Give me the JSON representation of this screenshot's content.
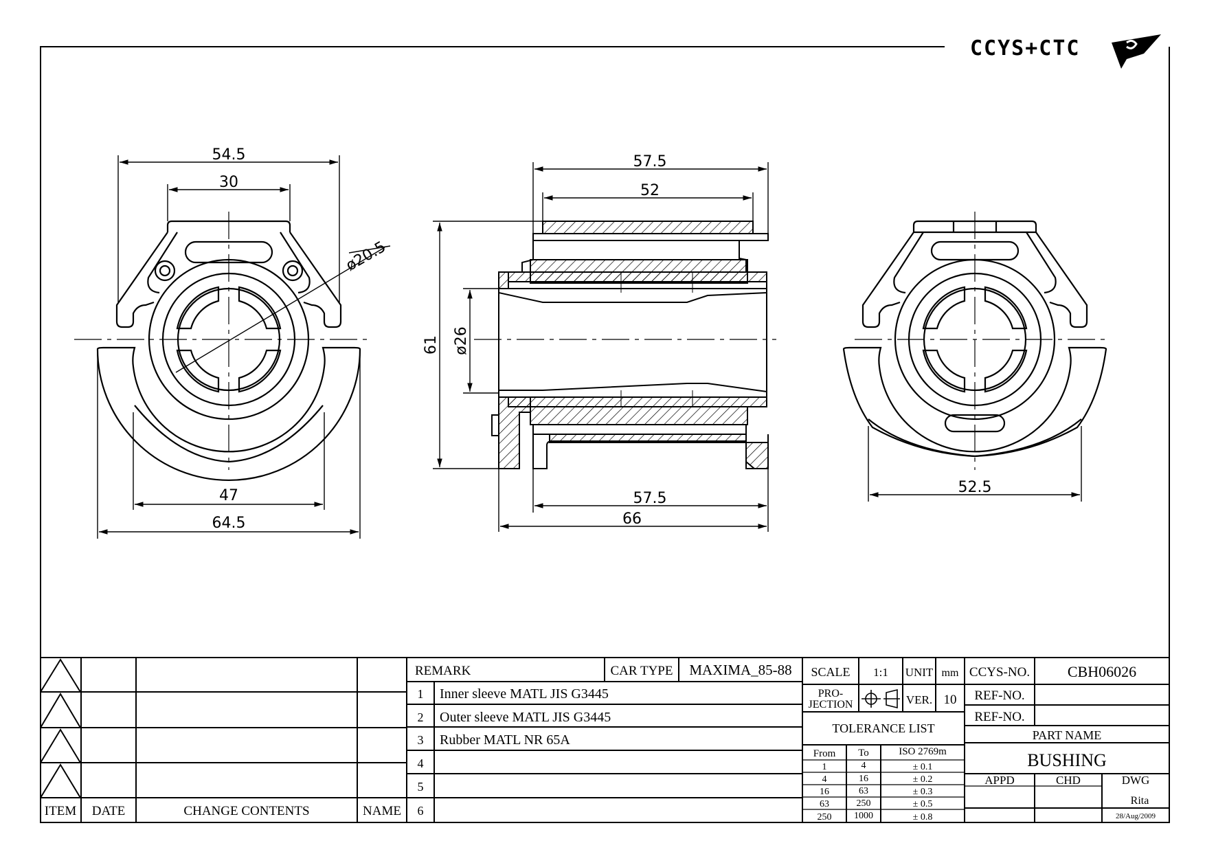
{
  "logo": {
    "text": "CCYS+CTC"
  },
  "views": {
    "front": {
      "dim_top_outer": "54.5",
      "dim_top_inner": "30",
      "dim_bore": "ø20.5",
      "dim_bottom_inner": "47",
      "dim_bottom_outer": "64.5"
    },
    "section": {
      "dim_top_outer": "57.5",
      "dim_top_inner": "52",
      "dim_height": "61",
      "dim_bore": "ø26",
      "dim_bottom_inner": "57.5",
      "dim_bottom_outer": "66"
    },
    "rear": {
      "dim_bottom": "52.5"
    }
  },
  "title_block": {
    "revision_headers": {
      "item": "ITEM",
      "date": "DATE",
      "change": "CHANGE CONTENTS",
      "name": "NAME"
    },
    "remark_label": "REMARK",
    "car_type_label": "CAR TYPE",
    "car_type_value": "MAXIMA_85-88",
    "remarks": [
      {
        "no": "1",
        "text": "Inner sleeve MATL JIS G3445"
      },
      {
        "no": "2",
        "text": "Outer sleeve MATL JIS G3445"
      },
      {
        "no": "3",
        "text": "Rubber MATL NR 65A"
      },
      {
        "no": "4",
        "text": ""
      },
      {
        "no": "5",
        "text": ""
      },
      {
        "no": "6",
        "text": ""
      }
    ],
    "scale_label": "SCALE",
    "scale_value": "1:1",
    "unit_label": "UNIT",
    "unit_value": "mm",
    "projection_label_1": "PRO-",
    "projection_label_2": "JECTION",
    "ver_label": "VER.",
    "ver_value": "10",
    "tolerance": {
      "title": "TOLERANCE LIST",
      "headers": [
        "From",
        "To",
        "ISO 2769m"
      ],
      "rows": [
        [
          "1",
          "4",
          "± 0.1"
        ],
        [
          "4",
          "16",
          "± 0.2"
        ],
        [
          "16",
          "63",
          "± 0.3"
        ],
        [
          "63",
          "250",
          "± 0.5"
        ],
        [
          "250",
          "1000",
          "± 0.8"
        ]
      ]
    },
    "ccys_no_label": "CCYS-NO.",
    "ccys_no_value": "CBH06026",
    "ref_no_label_1": "REF-NO.",
    "ref_no_label_2": "REF-NO.",
    "part_name_label": "PART NAME",
    "part_name_value": "BUSHING",
    "appd_label": "APPD",
    "chd_label": "CHD",
    "dwg_label": "DWG",
    "drawn_by": "Rita",
    "date": "28/Aug/2009"
  }
}
